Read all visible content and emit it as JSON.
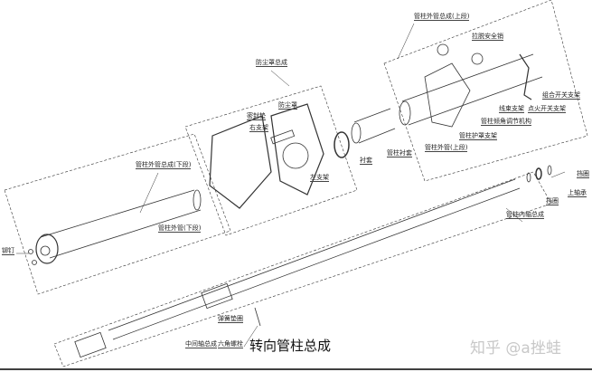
{
  "title": "转向管柱总成",
  "watermark": "知乎 @a挫蛙",
  "labels": {
    "upper_outer_tube_assy": "管柱外管总成(上段)",
    "breakaway_pin": "拉脱安全销",
    "combo_switch_bracket": "组合开关支架",
    "ignition_switch_bracket": "点火开关支架",
    "harness_bracket": "线束支架",
    "tilt_mechanism": "管柱倾角调节机构",
    "shroud_bracket": "管柱护罩支架",
    "upper_outer_tube": "管柱外管(上段)",
    "column_bushing": "管柱衬套",
    "bushing": "衬套",
    "dust_boot_assy": "防尘罩总成",
    "dust_boot": "防尘罩",
    "gasket": "密封垫",
    "right_bracket": "右支架",
    "left_bracket": "左支架",
    "lower_outer_tube_assy": "管柱外管总成(下段)",
    "lower_outer_tube": "管柱外管(下段)",
    "rivet": "铆钉",
    "retaining_ring_top": "挡圈",
    "upper_bearing": "上轴承",
    "retaining_ring": "挡圈",
    "inner_shaft_assy": "管柱内轴总成",
    "spring_washer": "弹簧垫圈",
    "hex_bolt": "六角螺栓",
    "intermediate_shaft_assy": "中间轴总成"
  }
}
